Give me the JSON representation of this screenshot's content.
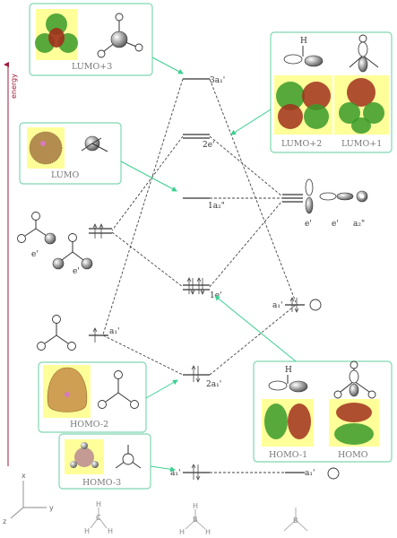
{
  "energy_axis": {
    "label": "energy",
    "color": "#a01c3c"
  },
  "levels": {
    "a1_3": "3a₁'",
    "e_2": "2e'",
    "a2_1": "1a₂\"",
    "e_1": "1e'",
    "a1_2": "2a₁'",
    "a1_1_center": "a₁'"
  },
  "left_labels": {
    "e_upper": "e'",
    "e_lower": "e'",
    "a1": "a₁'"
  },
  "right_labels": {
    "e1": "e'",
    "e2": "e'",
    "a2": "a₂\"",
    "a1_mid": "a₁'",
    "a1_low": "a₁'"
  },
  "orbital_boxes": {
    "lumo3": "LUMO+3",
    "lumo": "LUMO",
    "lumo2": "LUMO+2",
    "lumo1": "LUMO+1",
    "homo2": "HOMO-2",
    "homo3": "HOMO-3",
    "homo1": "HOMO-1",
    "homo": "HOMO"
  },
  "atom_labels": {
    "h": "H"
  },
  "axes": {
    "x": "x",
    "y": "y",
    "z": "z"
  },
  "molecules": {
    "ch3": {
      "center": "C",
      "h": "H"
    },
    "bh3": {
      "center": "B",
      "h": "H"
    },
    "b": {
      "center": "B"
    }
  },
  "colors": {
    "box_border": "#7fd8b0",
    "arrow": "#3ad08f",
    "lobe_green": "#3a9a2a",
    "lobe_red": "#a0301c",
    "highlight": "#ffff99"
  }
}
